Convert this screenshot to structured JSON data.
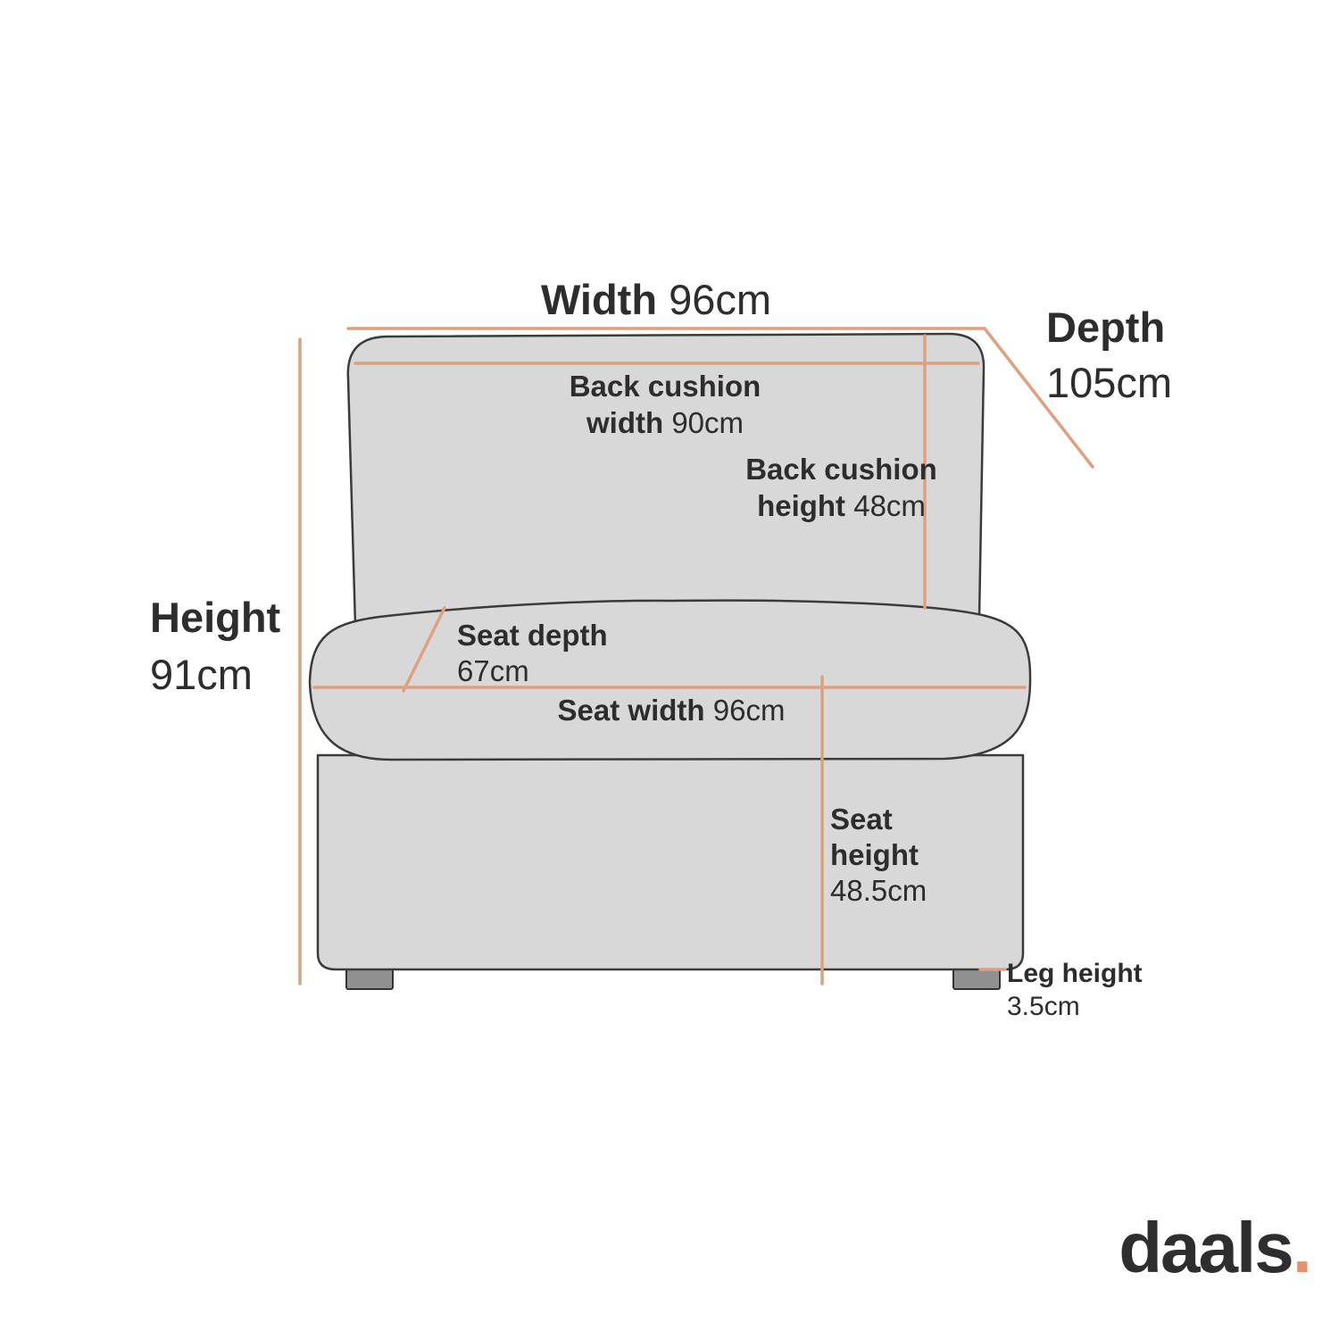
{
  "page": {
    "background": "#FFFFFF"
  },
  "brand": {
    "logo_text": "daals",
    "logo_dot": ".",
    "logo_color": "#2E2E2E",
    "dot_color": "#E8906A"
  },
  "colors": {
    "dimension_line": "#DDA080",
    "sofa_fill": "#D8D8D8",
    "sofa_outline": "#3B3B3B",
    "leg_fill": "#909090",
    "text": "#2D2D2D"
  },
  "dimensions": {
    "width": {
      "label": "Width",
      "value": "96cm"
    },
    "depth": {
      "label": "Depth",
      "value": "105cm"
    },
    "height": {
      "label": "Height",
      "value": "91cm"
    },
    "back_cushion_width": {
      "line1": "Back cushion",
      "line2_label": "width",
      "value": "90cm"
    },
    "back_cushion_height": {
      "line1": "Back cushion",
      "line2_label": "height",
      "value": "48cm"
    },
    "seat_depth": {
      "label": "Seat depth",
      "value": "67cm"
    },
    "seat_width": {
      "label": "Seat width",
      "value": "96cm"
    },
    "seat_height": {
      "line1": "Seat",
      "line2": "height",
      "value": "48.5cm"
    },
    "leg_height": {
      "label": "Leg height",
      "value": "3.5cm"
    }
  }
}
